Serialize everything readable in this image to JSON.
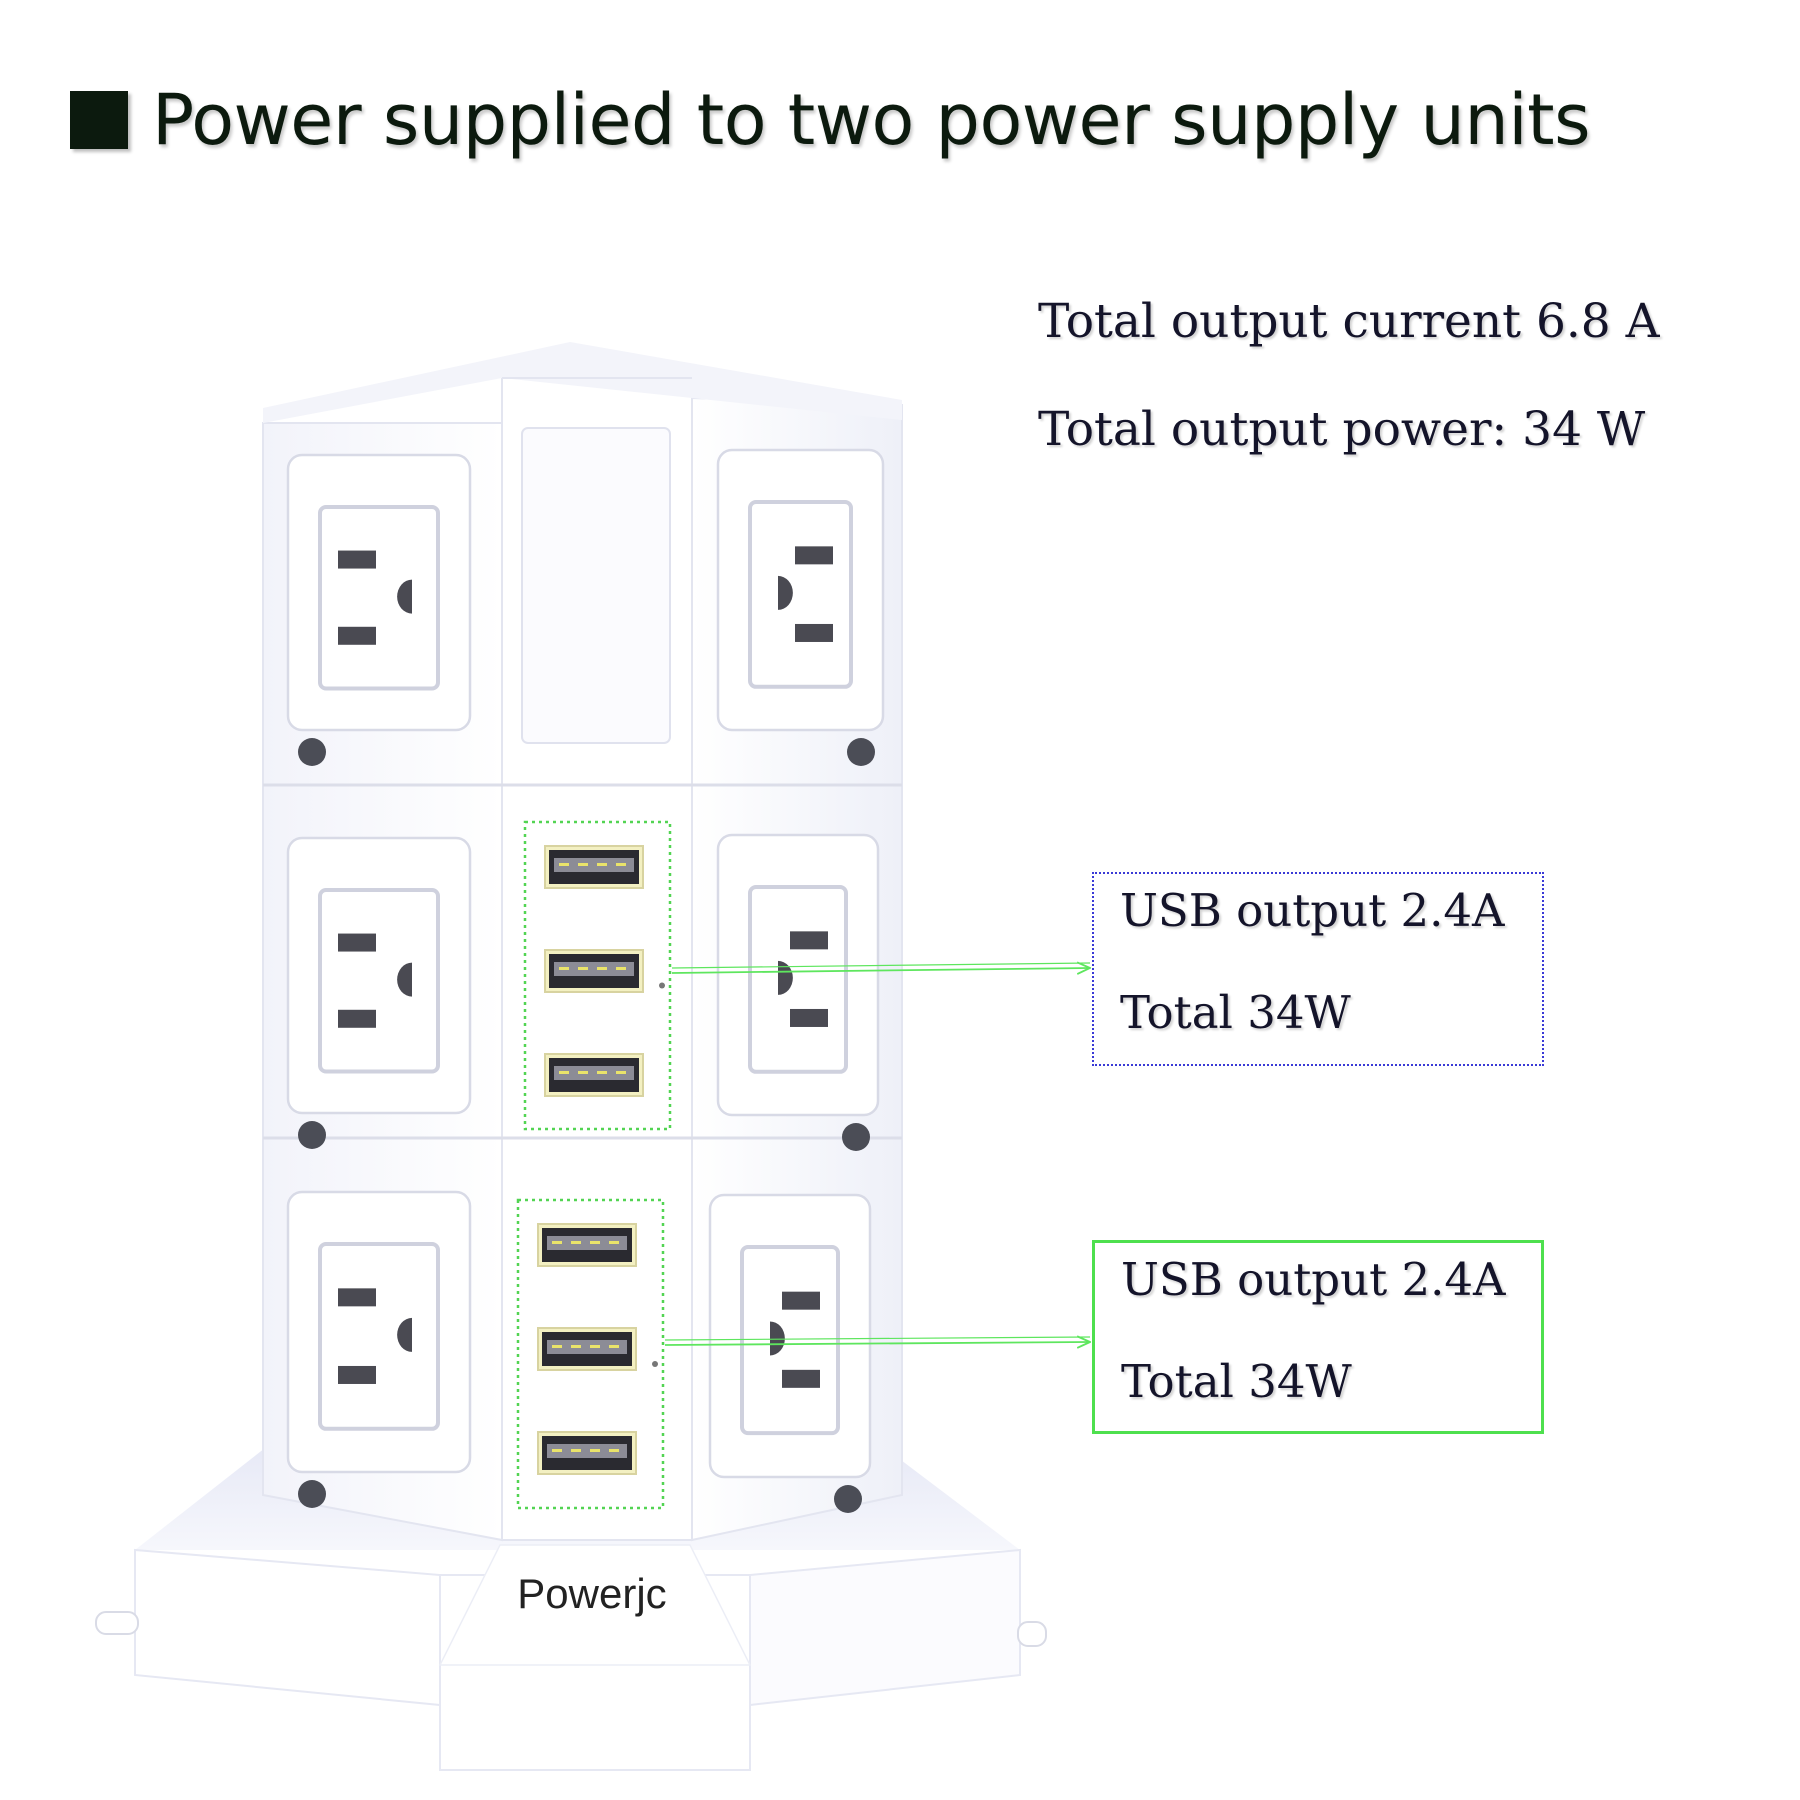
{
  "headline": {
    "square_icon": "black-square-icon",
    "text": "Power supplied to two power supply units"
  },
  "specs": {
    "total_current": "Total output current 6.8 A",
    "total_power": "Total output power: 34 W"
  },
  "callouts": [
    {
      "line1": "USB output 2.4A",
      "line2": "Total 34W",
      "border_color": "#3a3ad6",
      "border_style": "dotted"
    },
    {
      "line1": "USB output 2.4A",
      "line2": "Total 34W",
      "border_color": "#4ee04e",
      "border_style": "solid"
    }
  ],
  "product": {
    "brand": "Powerjc",
    "tiers": 3,
    "usb_ports_per_module": 3,
    "usb_modules": 2
  },
  "colors": {
    "headline": "#0c1a0e",
    "text": "#14142a",
    "arrow": "#5ee65e",
    "usb_module_outline": "#52d452",
    "tower_body": "#ffffff",
    "tower_shade": "#eceef8"
  }
}
